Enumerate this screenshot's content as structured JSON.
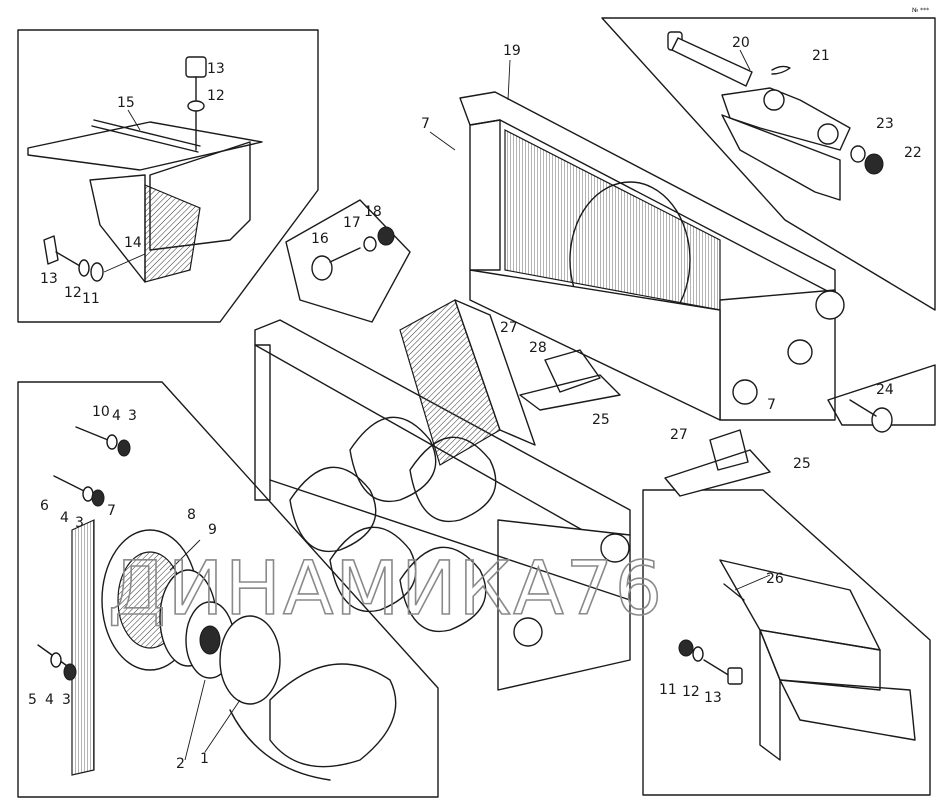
{
  "watermark": "ДИНАМИКА76",
  "corner_mark": "№ ***",
  "callouts": {
    "n1": "1",
    "n2": "2",
    "n3a": "3",
    "n3b": "3",
    "n3c": "3",
    "n4a": "4",
    "n4b": "4",
    "n4c": "4",
    "n5": "5",
    "n6": "6",
    "n7a": "7",
    "n7b": "7",
    "n7c": "7",
    "n8": "8",
    "n9": "9",
    "n10": "10",
    "n11a": "11",
    "n11b": "11",
    "n12a": "12",
    "n12b": "12",
    "n12c": "12",
    "n13a": "13",
    "n13b": "13",
    "n13c": "13",
    "n14": "14",
    "n15": "15",
    "n16": "16",
    "n17": "17",
    "n18": "18",
    "n19": "19",
    "n20": "20",
    "n21": "21",
    "n22": "22",
    "n23": "23",
    "n24": "24",
    "n25a": "25",
    "n25b": "25",
    "n26": "26",
    "n27a": "27",
    "n27b": "27",
    "n28": "28"
  }
}
